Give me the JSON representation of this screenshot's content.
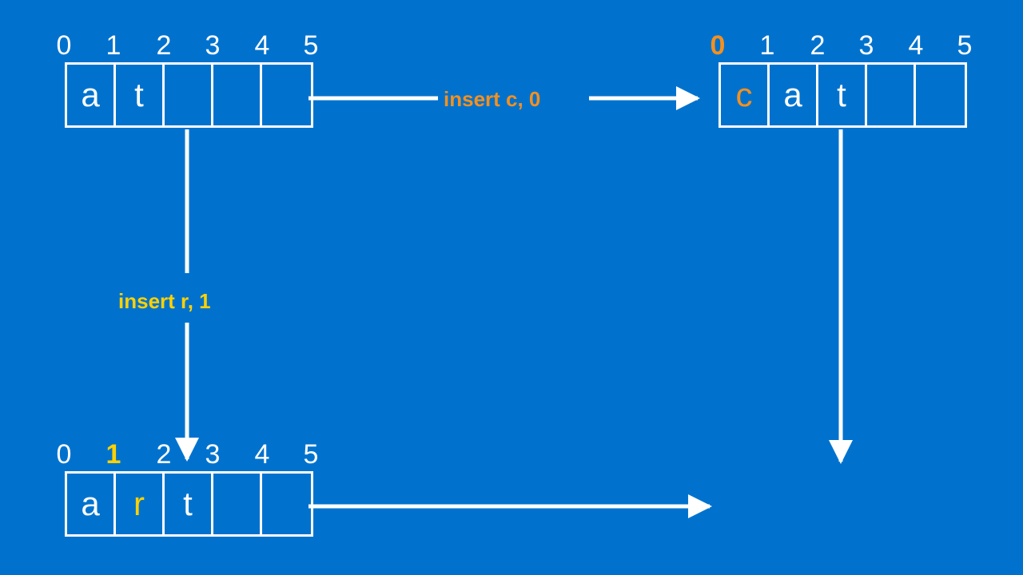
{
  "diagram": {
    "title": "Array insert operations",
    "background_color": "#0072CE",
    "colors": {
      "stroke": "#FFFFFF",
      "text": "#FFFFFF",
      "accent_orange": "#F5901E",
      "accent_yellow": "#FFD100"
    }
  },
  "arrays": [
    {
      "id": "source-array",
      "name": "array-at",
      "indices": [
        "0",
        "1",
        "2",
        "3",
        "4",
        "5"
      ],
      "highlight_index": null,
      "cells": [
        {
          "value": "a",
          "color": "white"
        },
        {
          "value": "t",
          "color": "white"
        },
        {
          "value": "",
          "color": "white"
        },
        {
          "value": "",
          "color": "white"
        },
        {
          "value": "",
          "color": "white"
        }
      ]
    },
    {
      "id": "result-array-cat",
      "name": "array-cat",
      "indices": [
        "0",
        "1",
        "2",
        "3",
        "4",
        "5"
      ],
      "highlight_index": 0,
      "highlight_color": "orange",
      "cells": [
        {
          "value": "c",
          "color": "orange"
        },
        {
          "value": "a",
          "color": "white"
        },
        {
          "value": "t",
          "color": "white"
        },
        {
          "value": "",
          "color": "white"
        },
        {
          "value": "",
          "color": "white"
        }
      ]
    },
    {
      "id": "result-array-art",
      "name": "array-art",
      "indices": [
        "0",
        "1",
        "2",
        "3",
        "4",
        "5"
      ],
      "highlight_index": 1,
      "highlight_color": "yellow",
      "cells": [
        {
          "value": "a",
          "color": "white"
        },
        {
          "value": "r",
          "color": "yellow"
        },
        {
          "value": "t",
          "color": "white"
        },
        {
          "value": "",
          "color": "white"
        },
        {
          "value": "",
          "color": "white"
        }
      ]
    }
  ],
  "operations": [
    {
      "id": "op-insert-c",
      "label": "insert c, 0",
      "color": "orange"
    },
    {
      "id": "op-insert-r",
      "label": "insert r, 1",
      "color": "yellow"
    }
  ]
}
